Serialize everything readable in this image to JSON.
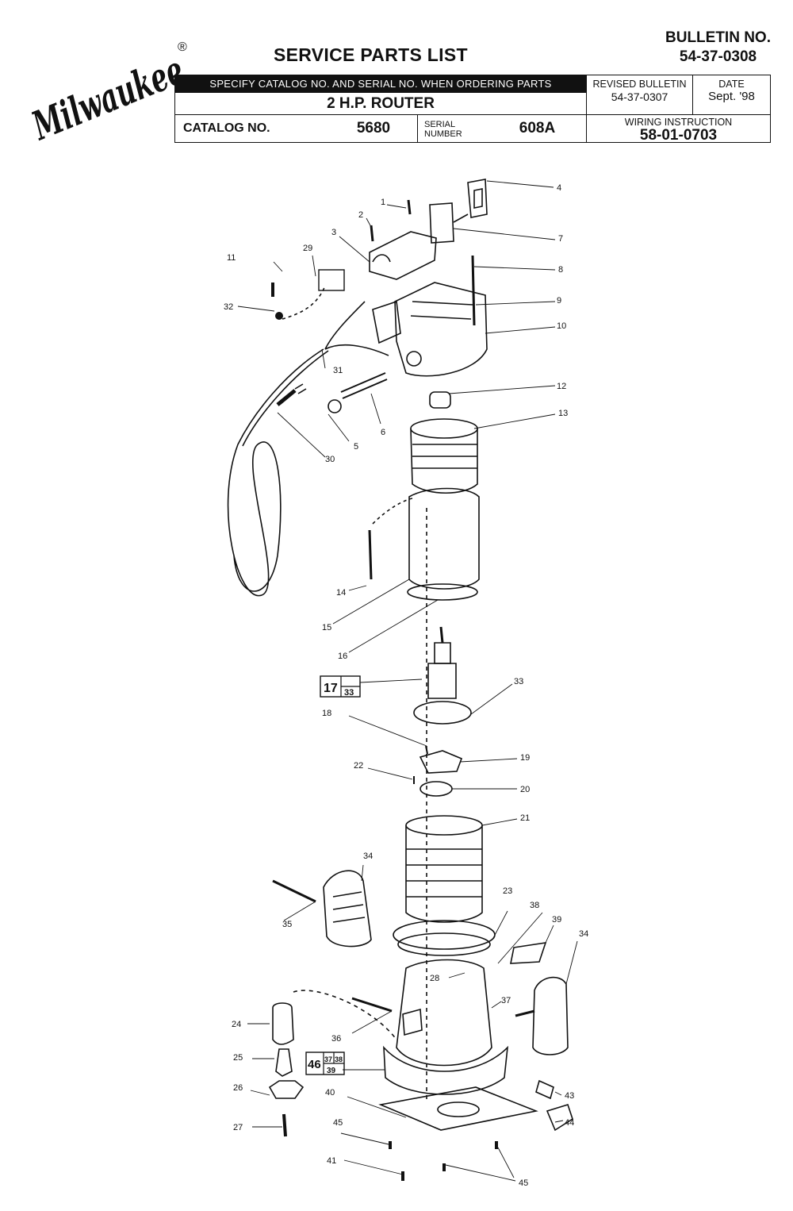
{
  "header": {
    "brand": "Milwaukee",
    "registered_mark": "®",
    "title": "SERVICE PARTS LIST",
    "bulletin_label": "BULLETIN NO.",
    "bulletin_number": "54-37-0308",
    "specify_note": "SPECIFY CATALOG NO. AND SERIAL NO. WHEN ORDERING PARTS",
    "model_name": "2 H.P. ROUTER",
    "revised_bulletin_label": "REVISED BULLETIN",
    "revised_bulletin_number": "54-37-0307",
    "date_label": "DATE",
    "date_value": "Sept. '98",
    "catalog_label": "CATALOG NO.",
    "catalog_number": "5680",
    "serial_label_line1": "SERIAL",
    "serial_label_line2": "NUMBER",
    "serial_number": "608A",
    "wiring_label": "WIRING INSTRUCTION",
    "wiring_number": "58-01-0703"
  },
  "diagram": {
    "part_callouts": [
      "1",
      "2",
      "3",
      "4",
      "5",
      "6",
      "7",
      "8",
      "9",
      "10",
      "11",
      "12",
      "13",
      "14",
      "15",
      "16",
      "18",
      "19",
      "20",
      "21",
      "22",
      "23",
      "24",
      "25",
      "26",
      "27",
      "28",
      "29",
      "30",
      "31",
      "32",
      "33",
      "34",
      "34",
      "35",
      "36",
      "37",
      "38",
      "39",
      "40",
      "41",
      "43",
      "44",
      "45",
      "45"
    ],
    "boxed_assemblies": [
      {
        "main": "17",
        "sub_top": "",
        "sub_bottom": "33"
      },
      {
        "main": "46",
        "sub_top_left": "37",
        "sub_top_right": "38",
        "sub_bottom": "39"
      }
    ]
  }
}
